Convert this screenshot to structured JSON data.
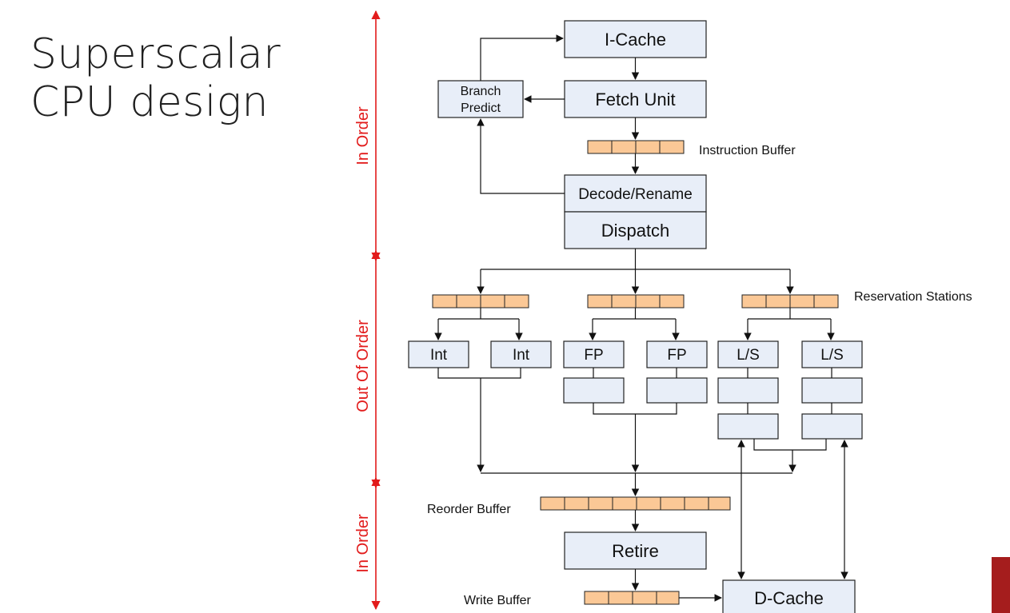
{
  "slide": {
    "title_line1": "Superscalar",
    "title_line2": "CPU design"
  },
  "diagram": {
    "blocks": {
      "icache": "I-Cache",
      "branch_predict_1": "Branch",
      "branch_predict_2": "Predict",
      "fetch": "Fetch Unit",
      "decode": "Decode/Rename",
      "dispatch": "Dispatch",
      "int": "Int",
      "fp": "FP",
      "ls": "L/S",
      "retire": "Retire",
      "dcache": "D-Cache"
    },
    "buffers": {
      "instruction": "Instruction Buffer",
      "reservation": "Reservation Stations",
      "reorder": "Reorder Buffer",
      "write": "Write Buffer"
    },
    "stages": {
      "top": "In Order",
      "middle": "Out Of Order",
      "bottom": "In Order"
    },
    "colors": {
      "block_fill": "#e8eef8",
      "buffer_fill": "#fbc896",
      "stage_arrow": "#e21b1b",
      "corner_accent": "#a51d1d"
    }
  }
}
